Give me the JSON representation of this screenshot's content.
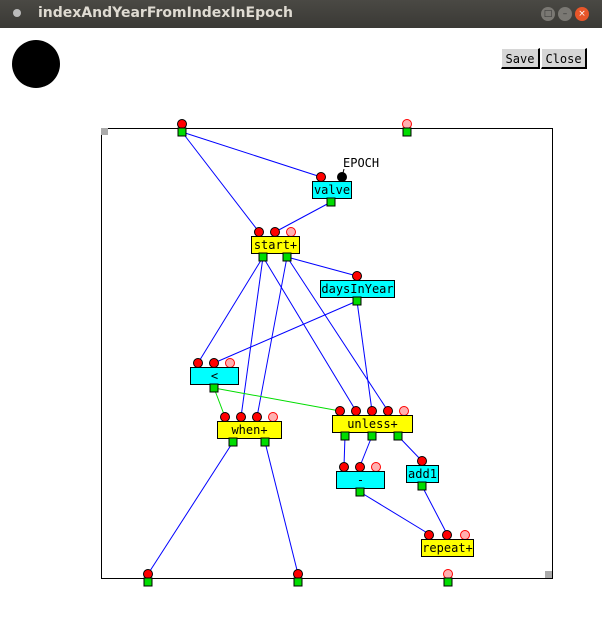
{
  "window": {
    "title": "indexAndYearFromIndexInEpoch"
  },
  "toolbar": {
    "save_label": "Save",
    "close_label": "Close"
  },
  "colors": {
    "wire": "#0000ff",
    "control_wire": "#00dd00",
    "prim_node": "#00ffff",
    "macro_node": "#ffff00",
    "inlet": "#ff0000",
    "optional_inlet": "#ffb0b0",
    "outlet": "#00dd00"
  },
  "canvas": {
    "constant_label": "EPOCH",
    "nodes": [
      {
        "id": "valve",
        "label": "valve"
      },
      {
        "id": "start",
        "label": "start+"
      },
      {
        "id": "daysInYear",
        "label": "daysInYear"
      },
      {
        "id": "lt",
        "label": "<"
      },
      {
        "id": "when",
        "label": "when+"
      },
      {
        "id": "unless",
        "label": "unless+"
      },
      {
        "id": "minus",
        "label": "-"
      },
      {
        "id": "add1",
        "label": "add1"
      },
      {
        "id": "repeat",
        "label": "repeat+"
      }
    ]
  }
}
